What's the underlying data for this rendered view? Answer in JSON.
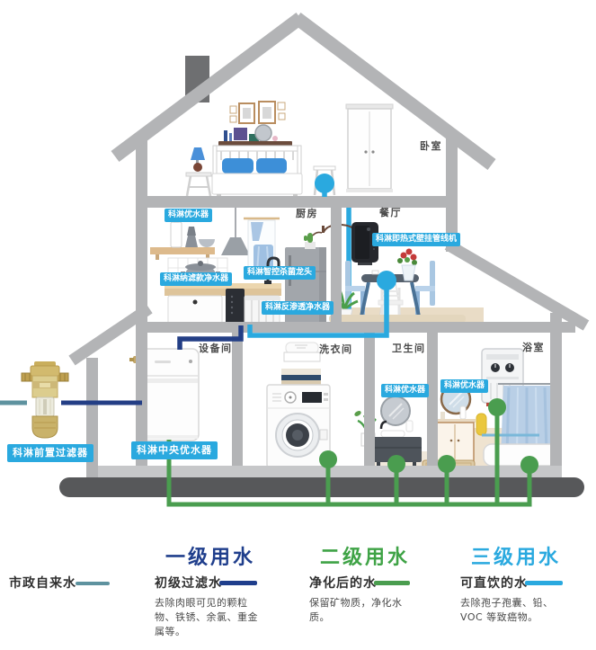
{
  "device_labels": {
    "prefilter": "科淋前置过滤器",
    "central_purifier": "科淋中央优水器",
    "kitchen_water_optimizer": "科淋优水器",
    "nanofiltration_purifier": "科淋纳滤款净水器",
    "smart_sterilizing_faucet": "科淋智控杀菌龙头",
    "ro_purifier": "科淋反渗透净水器",
    "wall_pipeline_machine": "科淋即热式壁挂管线机",
    "toilet_water_optimizer": "科淋优水器",
    "bathroom_water_optimizer": "科淋优水器"
  },
  "rooms": {
    "bedroom": "卧室",
    "kitchen": "厨房",
    "dining": "餐厅",
    "equipment": "设备间",
    "laundry": "洗衣间",
    "toilet": "卫生间",
    "bathroom": "浴室"
  },
  "legend": {
    "source": {
      "label": "市政自来水",
      "color": "#5E929F"
    },
    "levels": [
      {
        "title": "一级用水",
        "subtitle": "初级过滤水",
        "desc": "去除肉眼可见的颗粒物、铁锈、余氯、重金属等。",
        "color": "#1F3E8C"
      },
      {
        "title": "二级用水",
        "subtitle": "净化后的水",
        "desc": "保留矿物质，净化水质。",
        "color": "#4A9D4F"
      },
      {
        "title": "三级用水",
        "subtitle": "可直饮的水",
        "desc": "去除孢子孢囊、铅、VOC 等致癌物。",
        "color": "#2AA9DF"
      }
    ]
  },
  "colors": {
    "pipe_municipal": "#5E929F",
    "pipe_level1": "#233E85",
    "pipe_level2": "#4A9D4F",
    "pipe_level3": "#2AA9DF",
    "label_bg": "#2AA9DF",
    "structure": "#B3B4B6",
    "foundation": "#57585A"
  }
}
